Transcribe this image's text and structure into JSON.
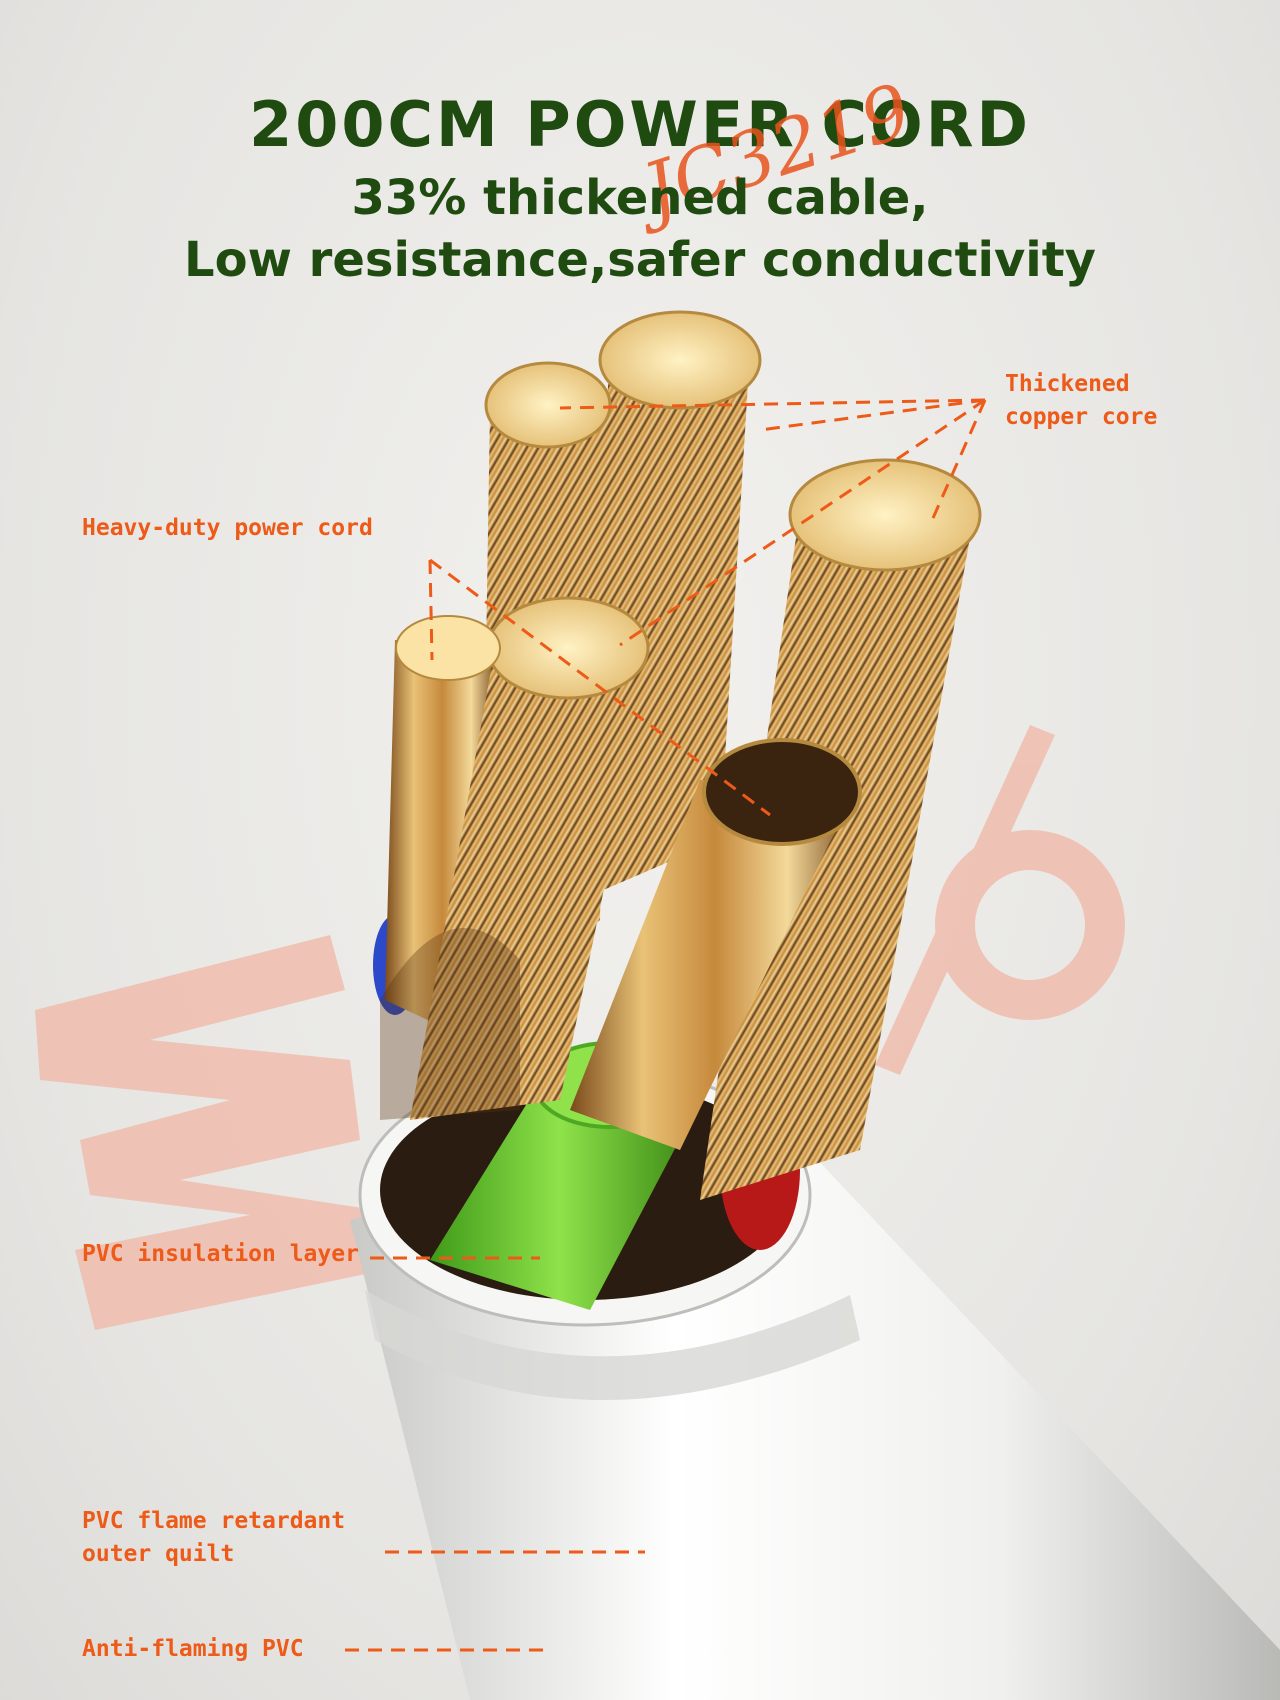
{
  "header": {
    "title": "200CM POWER CORD",
    "subtitle_line1": "33% thickened cable,",
    "subtitle_line2": "Low resistance,safer conductivity"
  },
  "watermark": {
    "text": "33%",
    "color": "#f0b7a6"
  },
  "signature": {
    "text": "JC3219",
    "color": "#e8531c"
  },
  "callouts": {
    "copper_core": [
      "Thickened",
      "copper core"
    ],
    "heavy_duty": "Heavy-duty power cord",
    "insulation": "PVC insulation layer",
    "outer_quilt": [
      "PVC flame retardant",
      "outer quilt"
    ],
    "anti_flaming": "Anti-flaming PVC"
  },
  "colors": {
    "title": "#1f4a10",
    "callout": "#ee5a18",
    "copper": "#d9a85a",
    "green_wire": "#7ed33a",
    "red_wire": "#b71818",
    "blue_wire": "#2c49c9",
    "jacket": "#f4f4f2"
  }
}
